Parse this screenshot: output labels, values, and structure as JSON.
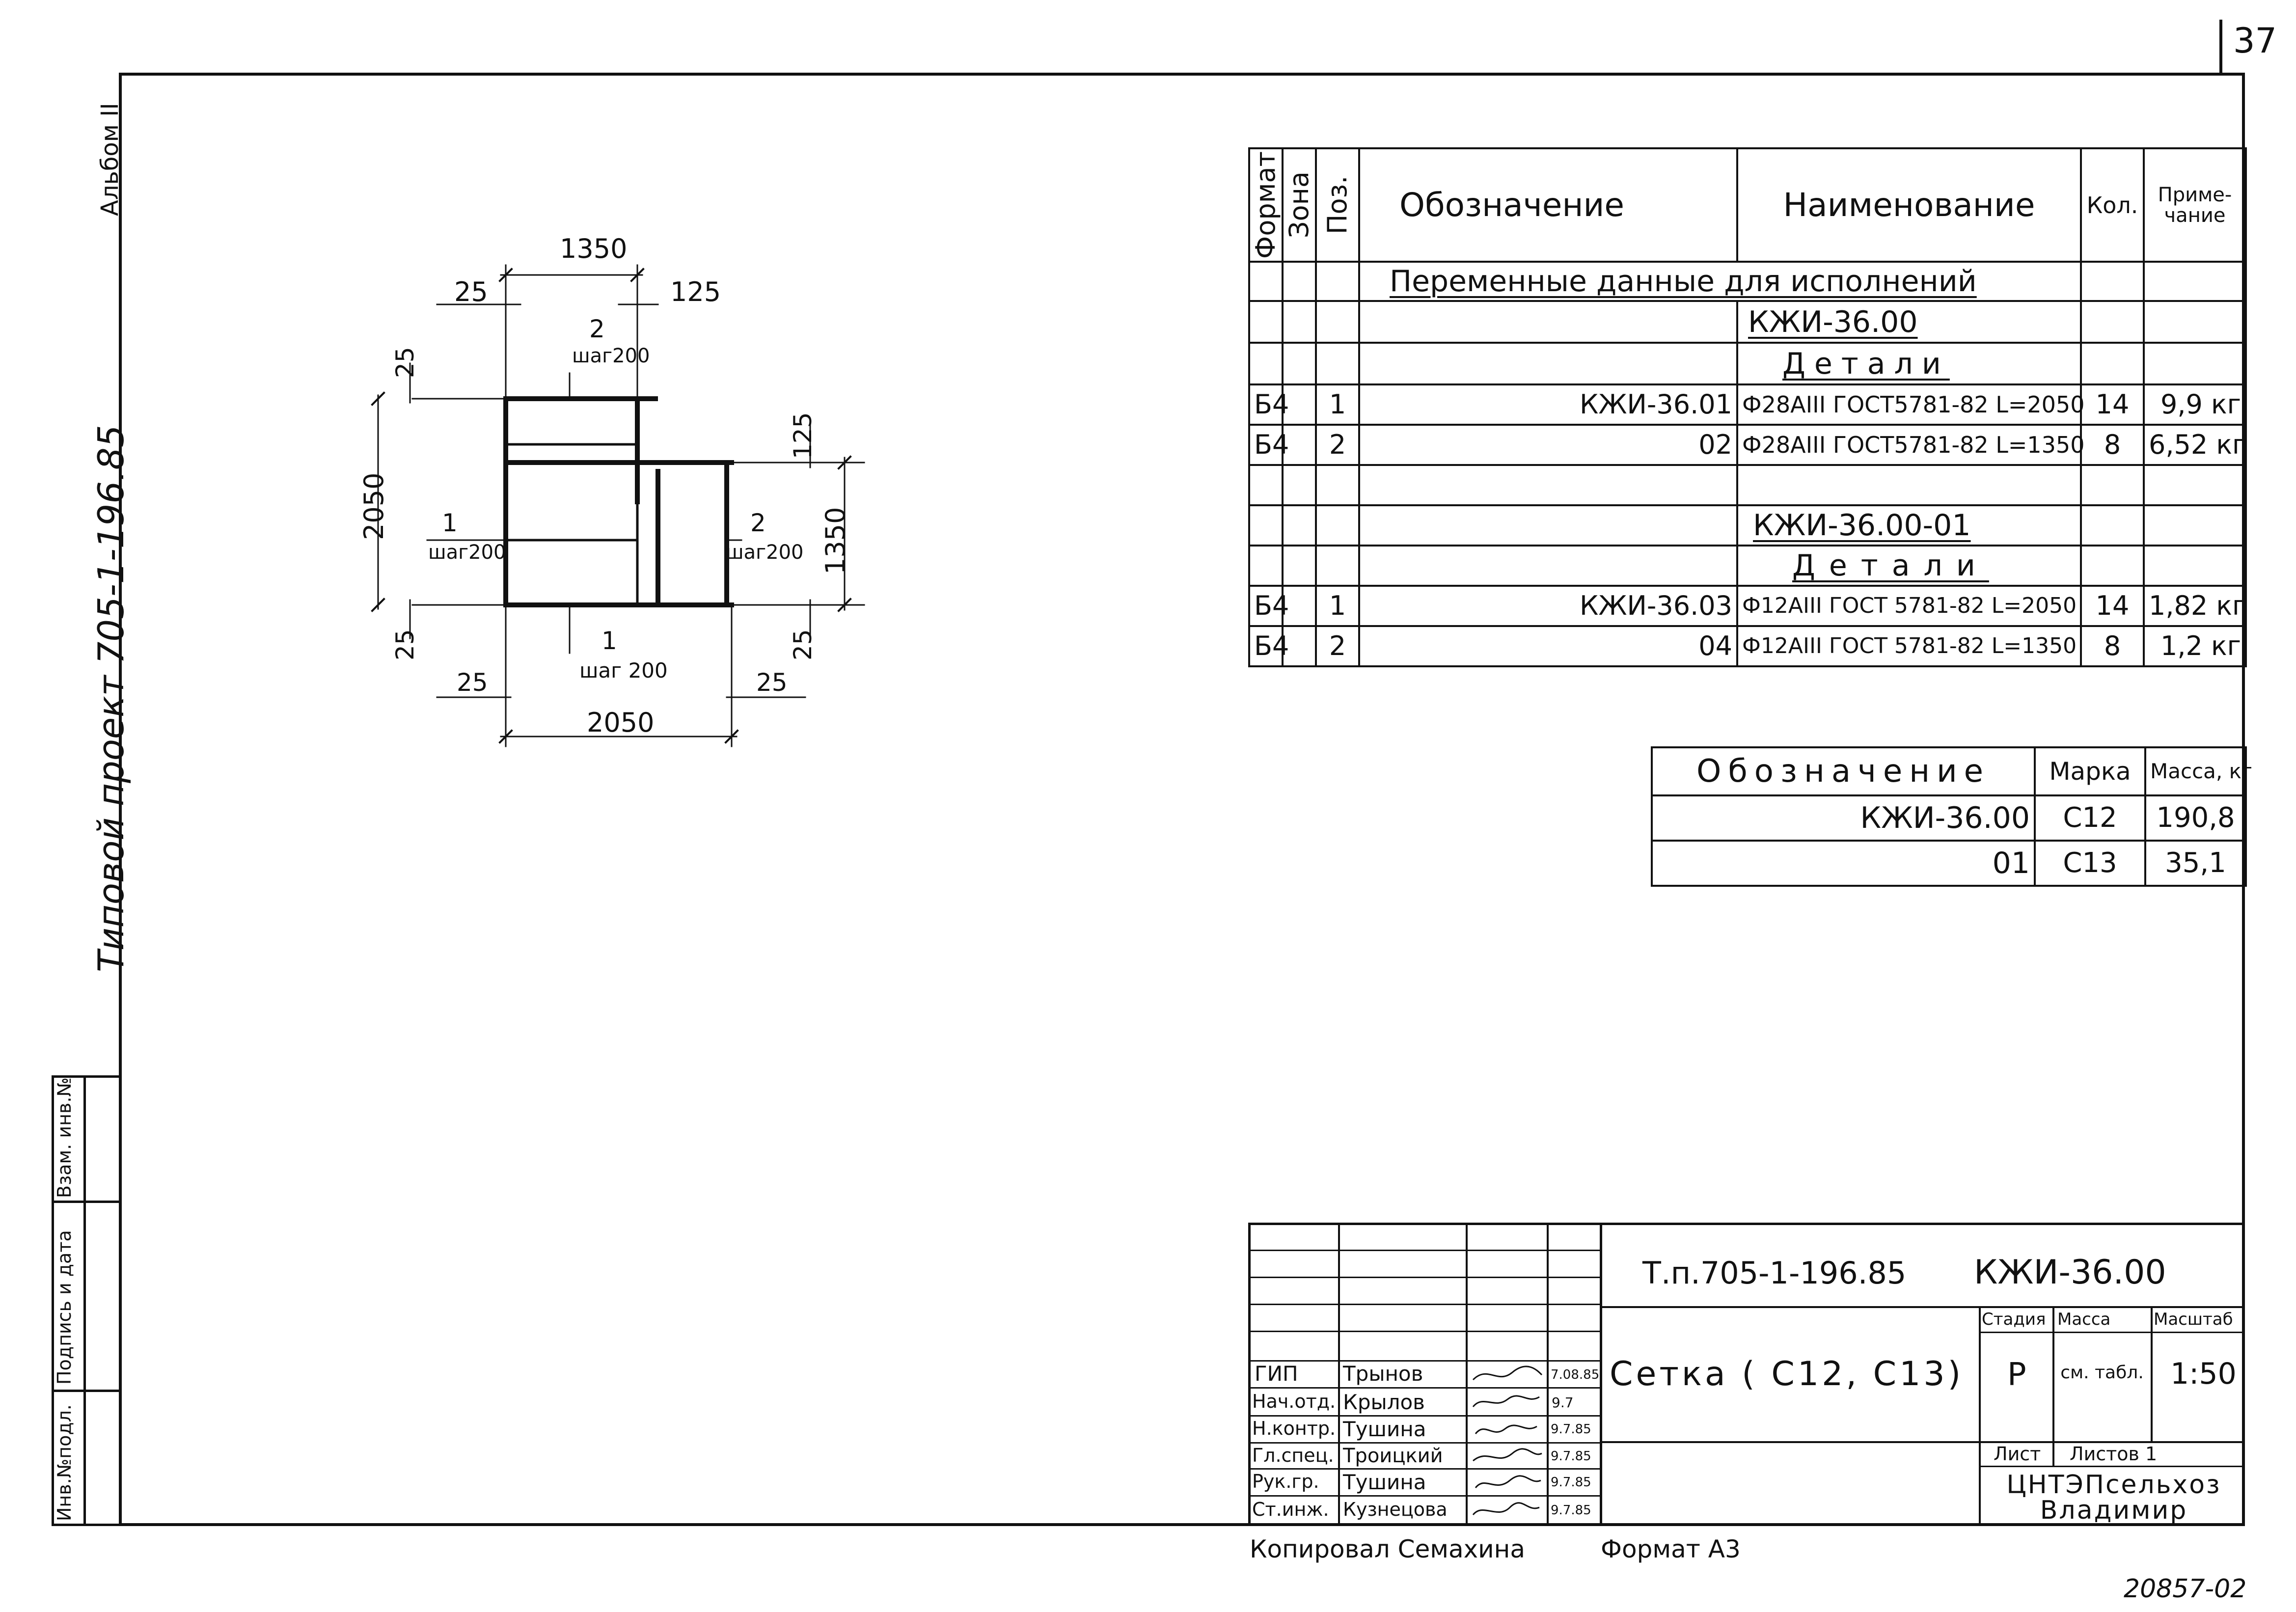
{
  "page_number": "37",
  "album": "Альбом II",
  "project": "Типовой проект 705-1-196.85",
  "side_stamp": [
    "Инв.№подл.",
    "Подпись и дата",
    "Взам. инв.№"
  ],
  "drawing": {
    "dim_top": "1350",
    "dim_25_left": "25",
    "dim_125_right": "125",
    "dim_25_vleft": "25",
    "dim_2050_vert": "2050",
    "dim_25_vleft_bottom": "25",
    "dim_125_vright": "125",
    "dim_1350_vert": "1350",
    "dim_25_vright_bottom": "25",
    "dim_25_bottom_left": "25",
    "dim_25_bottom_right": "25",
    "dim_bottom": "2050",
    "pos_top_num": "2",
    "pos_top_step": "шаг200",
    "pos_left_num": "1",
    "pos_left_step": "шаг200",
    "pos_right_num": "2",
    "pos_right_step": "шаг200",
    "pos_bottom_num": "1",
    "pos_bottom_step": "шаг 200"
  },
  "spec_table": {
    "headers": {
      "format": "Формат",
      "zone": "Зона",
      "pos": "Поз.",
      "designation": "Обозначение",
      "name": "Наименование",
      "qty": "Кол.",
      "note": "Приме-чание"
    },
    "title": "Переменные данные для исполнений",
    "var1": "КЖИ-36.00",
    "var2": "КЖИ-36.00-01",
    "details_label": "Детали",
    "rows": [
      {
        "format": "Б4",
        "pos": "1",
        "designation": "КЖИ-36.01",
        "name": "Ф28АIII ГОСТ5781-82 L=2050",
        "qty": "14",
        "note": "9,9 кг"
      },
      {
        "format": "Б4",
        "pos": "2",
        "designation": "02",
        "name": "Ф28АIII ГОСТ5781-82 L=1350",
        "qty": "8",
        "note": "6,52 кг"
      },
      {
        "format": "Б4",
        "pos": "1",
        "designation": "КЖИ-36.03",
        "name": "Ф12АIII ГОСТ 5781-82 L=2050",
        "qty": "14",
        "note": "1,82 кг"
      },
      {
        "format": "Б4",
        "pos": "2",
        "designation": "04",
        "name": "Ф12АIII ГОСТ 5781-82 L=1350",
        "qty": "8",
        "note": "1,2 кг"
      }
    ]
  },
  "mass_table": {
    "headers": {
      "designation": "Обозначение",
      "mark": "Марка",
      "mass": "Масса, кг"
    },
    "rows": [
      {
        "designation": "КЖИ-36.00",
        "mark": "С12",
        "mass": "190,8"
      },
      {
        "designation": "01",
        "mark": "С13",
        "mass": "35,1"
      }
    ]
  },
  "title_block": {
    "code": "Т.п.705-1-196.85",
    "doc": "КЖИ-36.00",
    "title": "Сетка ( С12, С13)",
    "stage_label": "Стадия",
    "mass_label": "Масса",
    "scale_label": "Масштаб",
    "stage": "Р",
    "mass_value": "см. табл.",
    "scale": "1:50",
    "sheet_label": "Лист",
    "sheets_label": "Листов 1",
    "org": "ЦНТЭПсельхоз Владимир",
    "signers": [
      {
        "role": "ГИП",
        "name": "Трынов",
        "date": "7.08.85"
      },
      {
        "role": "Нач.отд.",
        "name": "Крылов",
        "date": "9.7"
      },
      {
        "role": "Н.контр.",
        "name": "Тушина",
        "date": "9.7.85"
      },
      {
        "role": "Гл.спец.",
        "name": "Троицкий",
        "date": "9.7.85"
      },
      {
        "role": "Рук.гр.",
        "name": "Тушина",
        "date": "9.7.85"
      },
      {
        "role": "Ст.инж.",
        "name": "Кузнецова",
        "date": "9.7.85"
      }
    ]
  },
  "footer": {
    "copied": "Копировал Семахина",
    "format": "Формат А3",
    "inv": "20857-02"
  }
}
